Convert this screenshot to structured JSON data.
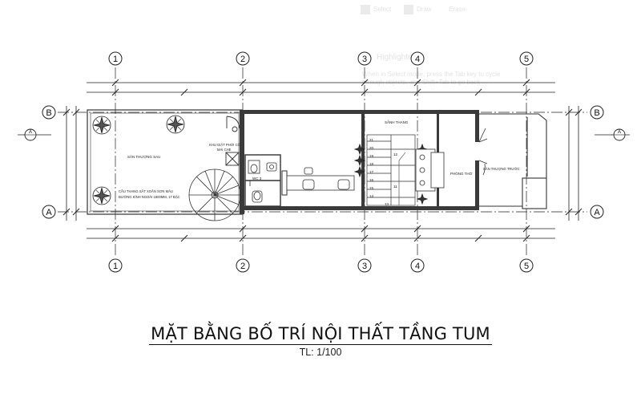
{
  "drawing": {
    "title": "MẶT BẰNG BỐ TRÍ NỘI THẤT TẦNG TUM",
    "scale": "TL: 1/100"
  },
  "grid": {
    "columns": [
      "1",
      "2",
      "3",
      "4",
      "5"
    ],
    "rows": [
      "B",
      "A"
    ]
  },
  "section_marks": [
    "A",
    "A"
  ],
  "rooms": {
    "rear_terrace": "SÂN THƯỢNG SAU",
    "spiral_stair": "CẦU THANG SẮT XOẮN SƠN MÀU",
    "spiral_stair_note": "ĐƯỜNG KÍNH NGOÀI 1800MM, 17 BẬC",
    "laundry": "KHU GIẶT PHƠI CÓ",
    "laundry_line2": "MÁI CHE",
    "wc": "WC 3",
    "stair_hall": "SẢNH THANG",
    "worship": "PHÒNG THỜ",
    "front_terrace": "SÂN THƯỢNG TRƯỚC"
  },
  "stair_steps": [
    "21",
    "20",
    "19",
    "18",
    "17",
    "16",
    "15",
    "14",
    "13",
    "12",
    "11"
  ],
  "panel": {
    "tab1": "Select",
    "tab2": "Draw",
    "tab3": "Erase",
    "heading": "Highlighter",
    "line1": "When in Select mode, press the Tab key to cycle",
    "line2": "through objects, and Shift+Tab to go back"
  }
}
